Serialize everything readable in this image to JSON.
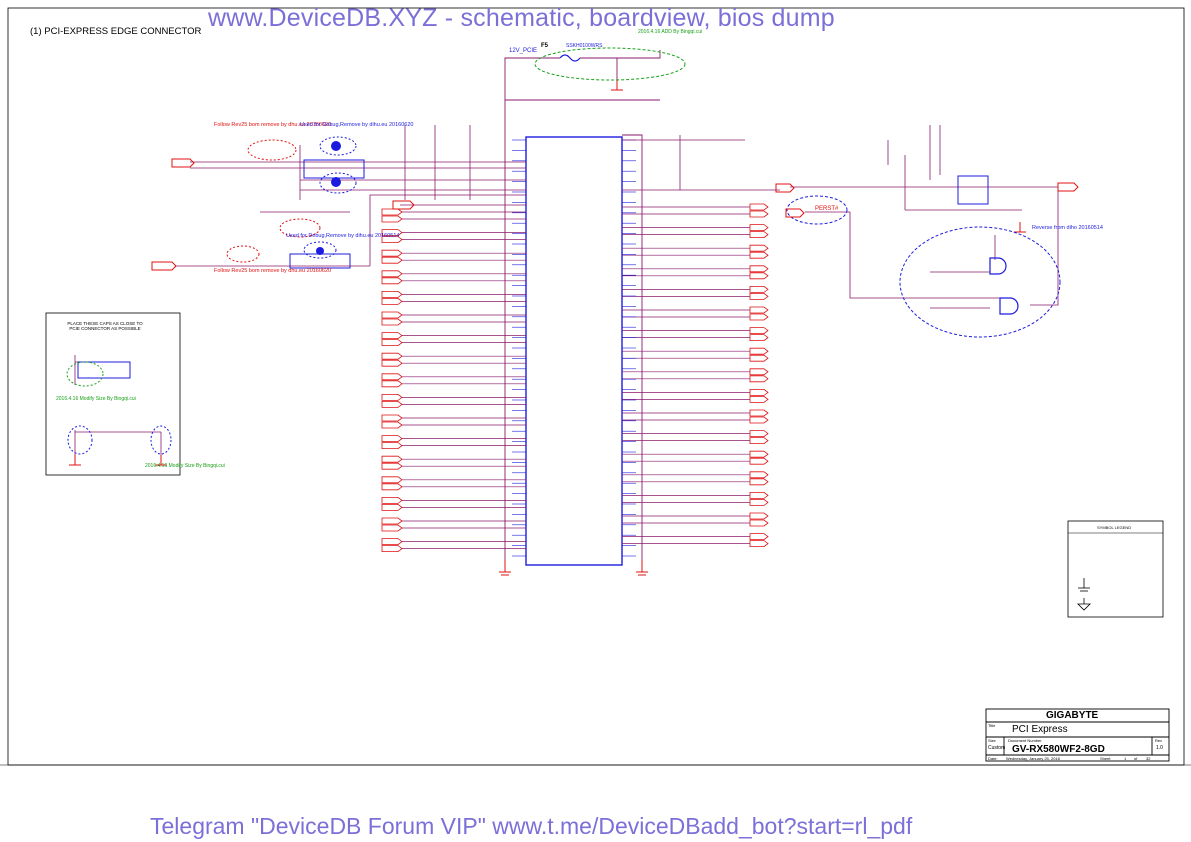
{
  "sheet": {
    "heading": "(1) PCI-EXPRESS EDGE CONNECTOR",
    "connector_label": "12V_PCIE",
    "fuse_ref": "F5",
    "fuse_part": "SSKH0100WRS",
    "add_note": "2016.4.16 ADD By Bingqi.cui",
    "note_follow_1": "Follow Rev25 bom remove by dhu.eu 20160620",
    "note_debug_1": "Used for Debug,Remove by dihu.eu 20160620",
    "note_debug_2": "Used for Debug,Remove by dihu.eu 20160514",
    "note_follow_2": "Follow Rev25 bom remove by dhu.eu 20160620",
    "place_caps_note": "PLACE THESE CAPS AS CLOSE TO PCIE CONNECTOR AS POSSIBLE",
    "modify_note_1": "2016.4.16 Modify Size By Bingqi.cui",
    "modify_note_2": "2016.4.16 Modify Size By Bingqi.cui",
    "reverse_note": "Reverse from diho 20160514",
    "perst_label": "PERST#",
    "legend_title": "SYMBOL LEGEND"
  },
  "title_block": {
    "company": "GIGABYTE",
    "title_label": "Title",
    "title": "PCI Express",
    "size_label": "Size",
    "size_value": "Custom",
    "doc_label": "Document Number",
    "doc_number": "GV-RX580WF2-8GD",
    "rev_label": "Rev",
    "rev_value": "1.0",
    "date_label": "Date:",
    "date_value": "Wednesday, January 25, 2018",
    "sheet_label": "Sheet",
    "sheet_value": "1",
    "of_label": "of",
    "of_value": "32"
  },
  "watermark": {
    "top": "www.DeviceDB.XYZ - schematic, boardview, bios dump",
    "bottom": "Telegram \"DeviceDB Forum VIP\" www.t.me/DeviceDBadd_bot?start=rl_pdf"
  },
  "colors": {
    "wire": "#8b1a6b",
    "component": "#1c1ce0",
    "netlabel": "#e01010",
    "annotation": "#1c1ce0",
    "green_note": "#18a018",
    "watermark": "#7b6fd8"
  }
}
